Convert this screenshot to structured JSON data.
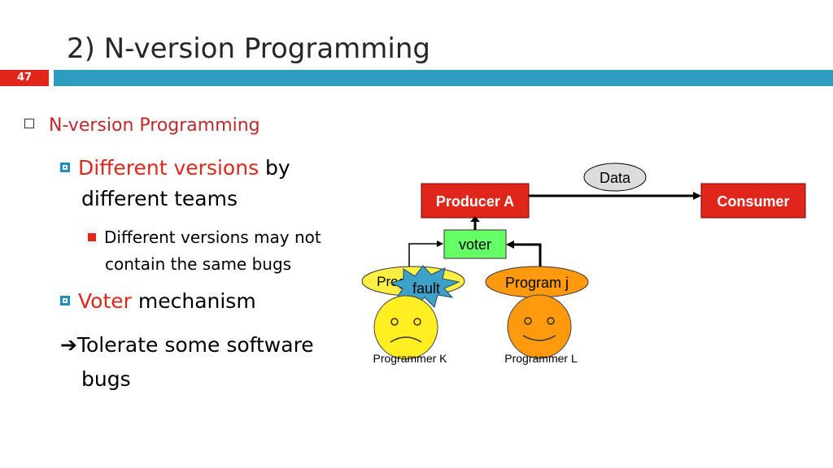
{
  "slide": {
    "title": "2) N-version Programming",
    "number": "47"
  },
  "bullets": {
    "level1": "N-version Programming",
    "b2_1_red": "Different versions",
    "b2_1_rest": " by",
    "b2_1_line2": "different teams",
    "b3_1_line1": "Different versions may not",
    "b3_1_line2": "contain the same bugs",
    "b2_2_red": "Voter",
    "b2_2_rest": " mechanism",
    "b4_arrow": "➔",
    "b4_line1": "Tolerate some software",
    "b4_line2": "bugs"
  },
  "diagram": {
    "data_label": "Data",
    "producer_label": "Producer A",
    "consumer_label": "Consumer",
    "voter_label": "voter",
    "program_i_label": "Program i",
    "program_j_label": "Program j",
    "fault_label": "fault",
    "programmer_k_label": "Programmer K",
    "programmer_l_label": "Programmer L",
    "colors": {
      "producer": "#e0261b",
      "consumer": "#e0261b",
      "voter": "#66ff66",
      "program_fill": "#ff9a0f",
      "program_i_fill": "#ffee44",
      "fault_fill": "#3fa0c8",
      "face_k": "#ffee22",
      "face_l": "#ff9a0f"
    }
  }
}
